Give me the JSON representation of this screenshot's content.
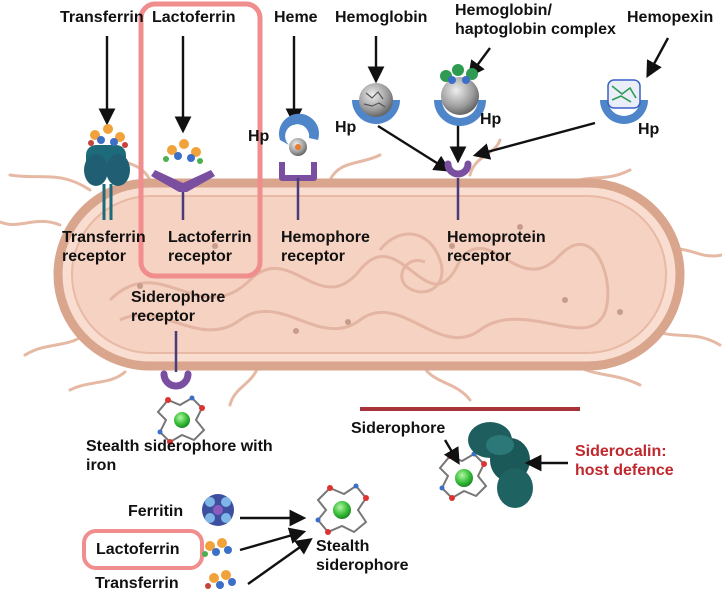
{
  "top_labels": {
    "transferrin": "Transferrin",
    "lactoferrin": "Lactoferrin",
    "heme": "Heme",
    "hemoglobin": "Hemoglobin",
    "hb_hp_complex": "Hemoglobin/\nhaptoglobin complex",
    "hemopexin": "Hemopexin"
  },
  "hp_labels": {
    "heme_hp": "Hp",
    "hemoglobin_hp": "Hp",
    "complex_hp": "Hp",
    "hemopexin_hp": "Hp"
  },
  "receptors": {
    "transferrin": "Transferrin\nreceptor",
    "lactoferrin": "Lactoferrin\nreceptor",
    "hemophore": "Hemophore\nreceptor",
    "hemoprotein": "Hemoprotein\nreceptor",
    "siderophore": "Siderophore\nreceptor"
  },
  "lower": {
    "stealth_with_iron": "Stealth siderophore with\niron",
    "siderophore": "Siderophore",
    "siderocalin": "Siderocalin:\nhost defence",
    "ferritin": "Ferritin",
    "lactoferrin": "Lactoferrin",
    "transferrin": "Transferrin",
    "stealth_siderophore": "Stealth\nsiderophore"
  },
  "colors": {
    "highlight_box": "#f08d8d",
    "siderocalin_text": "#c0282d",
    "host_defence_line": "#a8323a",
    "receptor": "#7a4fa0",
    "protein_teal": "#1d6a7a",
    "cell_fill": "#f6d5c4",
    "cell_outline": "#d49a80",
    "iron": "#3cc23c"
  },
  "icons": {
    "transferrin_receptor": "teal-receptor-protein-icon",
    "lactoferrin_receptor": "purple-y-receptor-icon",
    "hemophore": "hemophore-c-shape-icon",
    "siderocalin": "teal-siderocalin-protein-icon",
    "siderophore": "siderophore-iron-complex-icon",
    "ferritin": "ferritin-cage-icon"
  }
}
